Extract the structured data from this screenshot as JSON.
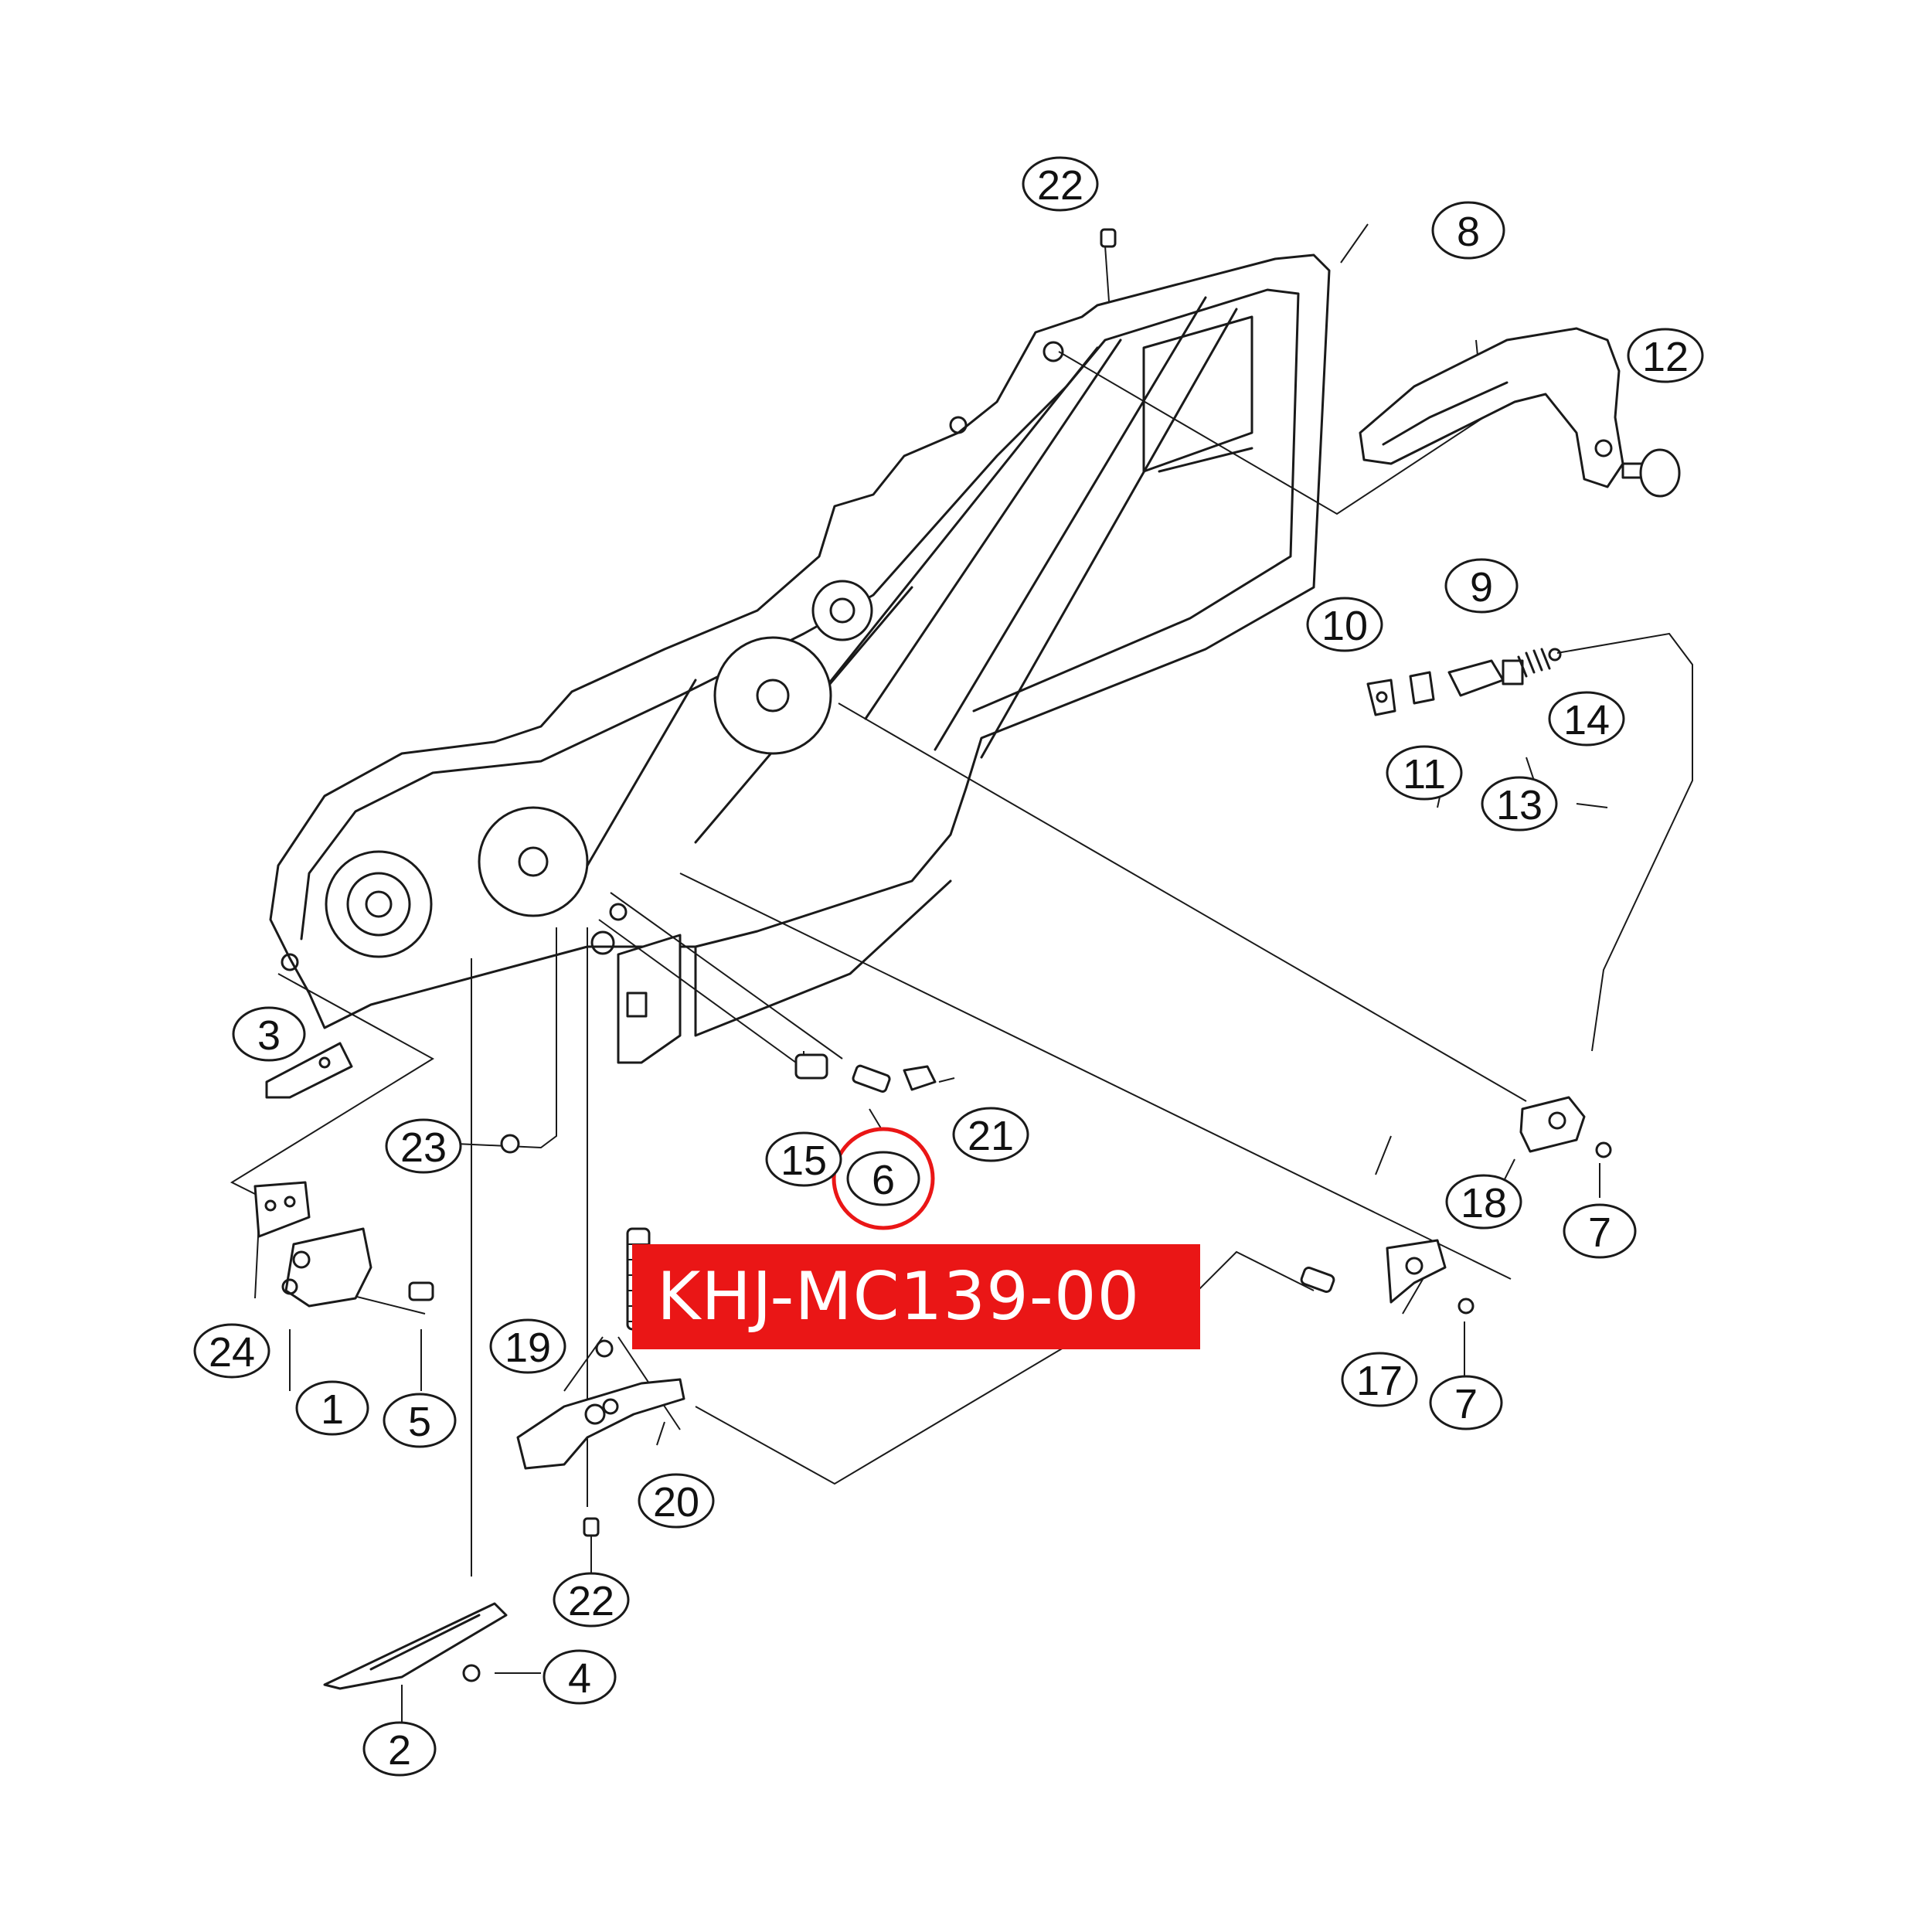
{
  "part_number": "KHJ-MC139-00",
  "highlight_color": "#ea1616",
  "highlighted_callout": "6",
  "callouts": [
    "22",
    "8",
    "12",
    "10",
    "9",
    "14",
    "11",
    "13",
    "3",
    "23",
    "15",
    "6",
    "21",
    "18",
    "7",
    "24",
    "19",
    "17",
    "1",
    "5",
    "20",
    "22",
    "4",
    "2",
    "7"
  ]
}
